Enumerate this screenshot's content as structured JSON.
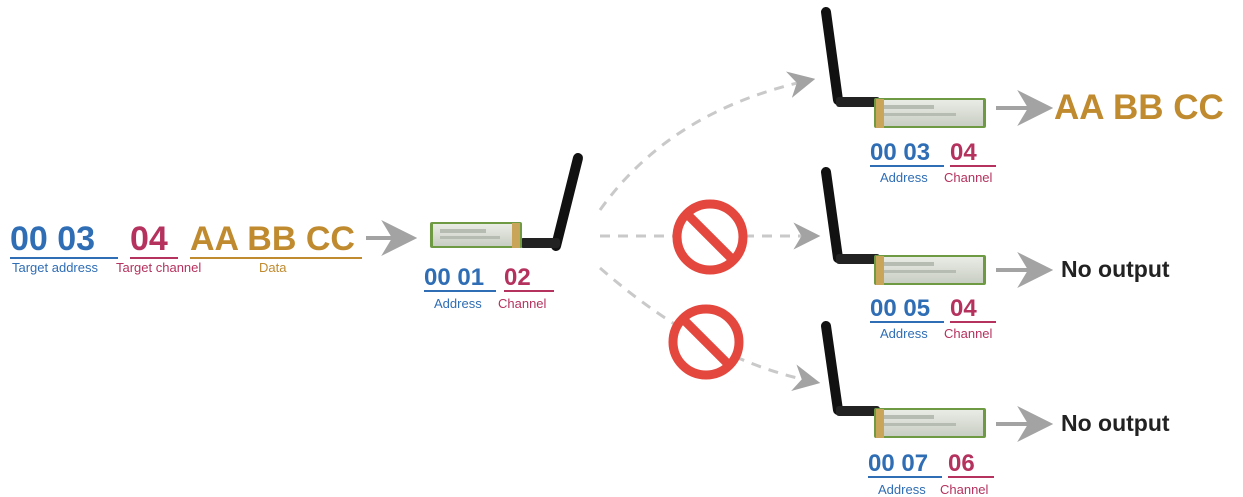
{
  "colors": {
    "address": "#2F6DB5",
    "channel": "#B5325E",
    "data": "#C08A2E",
    "text": "#222222",
    "arrow": "#A3A3A3",
    "dash": "#C9C9C9",
    "ban": "#E3473E"
  },
  "sender_packet": {
    "address": "00 03",
    "channel": "04",
    "data": "AA BB CC",
    "address_label": "Target address",
    "channel_label": "Target channel",
    "data_label": "Data"
  },
  "sender_module": {
    "address": "00 01",
    "channel": "02",
    "address_label": "Address",
    "channel_label": "Channel"
  },
  "receivers": [
    {
      "address": "00 03",
      "channel": "04",
      "address_label": "Address",
      "channel_label": "Channel",
      "output": "AA BB CC"
    },
    {
      "address": "00 05",
      "channel": "04",
      "address_label": "Address",
      "channel_label": "Channel",
      "output": "No output"
    },
    {
      "address": "00 07",
      "channel": "06",
      "address_label": "Address",
      "channel_label": "Channel",
      "output": "No output"
    }
  ],
  "icons": [
    "radio-module-icon",
    "antenna-icon",
    "arrow-icon",
    "no-entry-icon"
  ]
}
